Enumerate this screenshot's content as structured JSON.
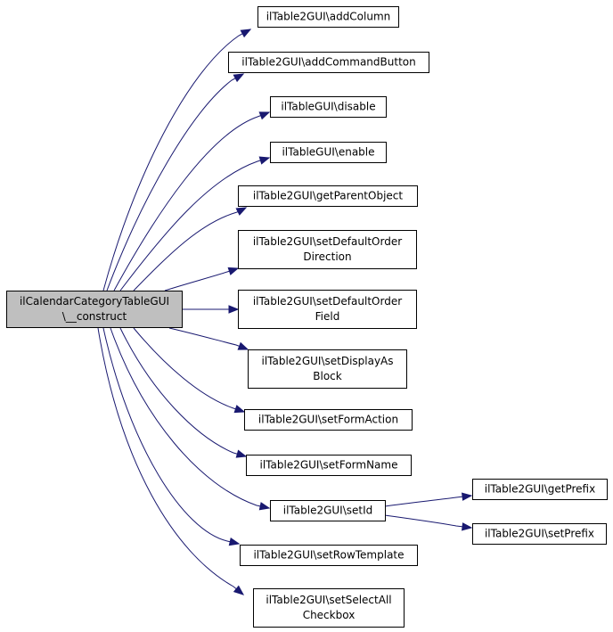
{
  "graph": {
    "colors": {
      "edge": "#191970",
      "node_border": "#000000",
      "root_fill": "#bfbfbf",
      "node_fill": "#ffffff"
    },
    "nodes": [
      {
        "id": "root",
        "lines": [
          "ilCalendarCategoryTableGUI",
          "\\__construct"
        ]
      },
      {
        "id": "addColumn",
        "lines": [
          "ilTable2GUI\\addColumn"
        ]
      },
      {
        "id": "addCommandButton",
        "lines": [
          "ilTable2GUI\\addCommandButton"
        ]
      },
      {
        "id": "disable",
        "lines": [
          "ilTableGUI\\disable"
        ]
      },
      {
        "id": "enable",
        "lines": [
          "ilTableGUI\\enable"
        ]
      },
      {
        "id": "getParentObject",
        "lines": [
          "ilTable2GUI\\getParentObject"
        ]
      },
      {
        "id": "setDefaultOrderDirection",
        "lines": [
          "ilTable2GUI\\setDefaultOrder",
          "Direction"
        ]
      },
      {
        "id": "setDefaultOrderField",
        "lines": [
          "ilTable2GUI\\setDefaultOrder",
          "Field"
        ]
      },
      {
        "id": "setDisplayAsBlock",
        "lines": [
          "ilTable2GUI\\setDisplayAs",
          "Block"
        ]
      },
      {
        "id": "setFormAction",
        "lines": [
          "ilTable2GUI\\setFormAction"
        ]
      },
      {
        "id": "setFormName",
        "lines": [
          "ilTable2GUI\\setFormName"
        ]
      },
      {
        "id": "setId",
        "lines": [
          "ilTable2GUI\\setId"
        ]
      },
      {
        "id": "setRowTemplate",
        "lines": [
          "ilTable2GUI\\setRowTemplate"
        ]
      },
      {
        "id": "setSelectAllCheckbox",
        "lines": [
          "ilTable2GUI\\setSelectAll",
          "Checkbox"
        ]
      },
      {
        "id": "getPrefix",
        "lines": [
          "ilTable2GUI\\getPrefix"
        ]
      },
      {
        "id": "setPrefix",
        "lines": [
          "ilTable2GUI\\setPrefix"
        ]
      }
    ],
    "edges": [
      {
        "from": "root",
        "to": "addColumn"
      },
      {
        "from": "root",
        "to": "addCommandButton"
      },
      {
        "from": "root",
        "to": "disable"
      },
      {
        "from": "root",
        "to": "enable"
      },
      {
        "from": "root",
        "to": "getParentObject"
      },
      {
        "from": "root",
        "to": "setDefaultOrderDirection"
      },
      {
        "from": "root",
        "to": "setDefaultOrderField"
      },
      {
        "from": "root",
        "to": "setDisplayAsBlock"
      },
      {
        "from": "root",
        "to": "setFormAction"
      },
      {
        "from": "root",
        "to": "setFormName"
      },
      {
        "from": "root",
        "to": "setId"
      },
      {
        "from": "root",
        "to": "setRowTemplate"
      },
      {
        "from": "root",
        "to": "setSelectAllCheckbox"
      },
      {
        "from": "setId",
        "to": "getPrefix"
      },
      {
        "from": "setId",
        "to": "setPrefix"
      }
    ]
  }
}
